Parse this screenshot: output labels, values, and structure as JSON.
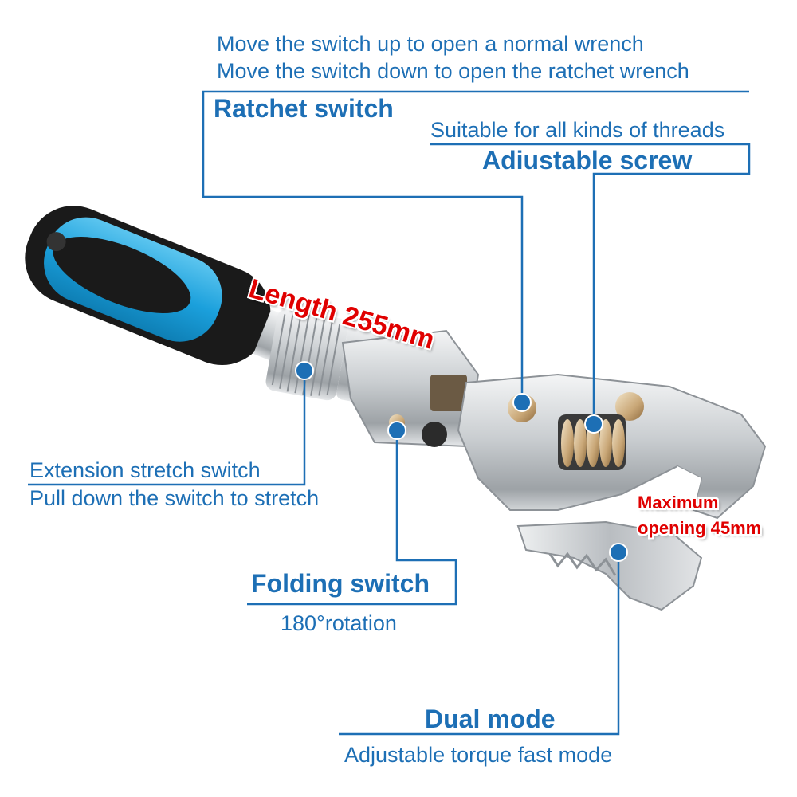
{
  "callouts": {
    "ratchet_note_1": "Move the switch up to open a normal wrench",
    "ratchet_note_2": "Move the switch down to open the ratchet wrench",
    "ratchet_title": "Ratchet switch",
    "screw_note": "Suitable for all kinds of threads",
    "screw_title": "Adiustable screw",
    "extension_title": "Extension stretch switch",
    "extension_note": "Pull down the switch to stretch",
    "folding_title": "Folding switch",
    "folding_note": "180°rotation",
    "dual_title": "Dual mode",
    "dual_note": "Adjustable torque fast mode"
  },
  "highlights": {
    "length": "Length 255mm",
    "opening_1": "Maximum",
    "opening_2": "opening 45mm"
  },
  "colors": {
    "callout": "#1d6fb5",
    "handle_blue": "#1ba0dc",
    "grip_black": "#1a1a1a",
    "steel": "#cfd3d6",
    "highlight_red": "#e00000"
  }
}
